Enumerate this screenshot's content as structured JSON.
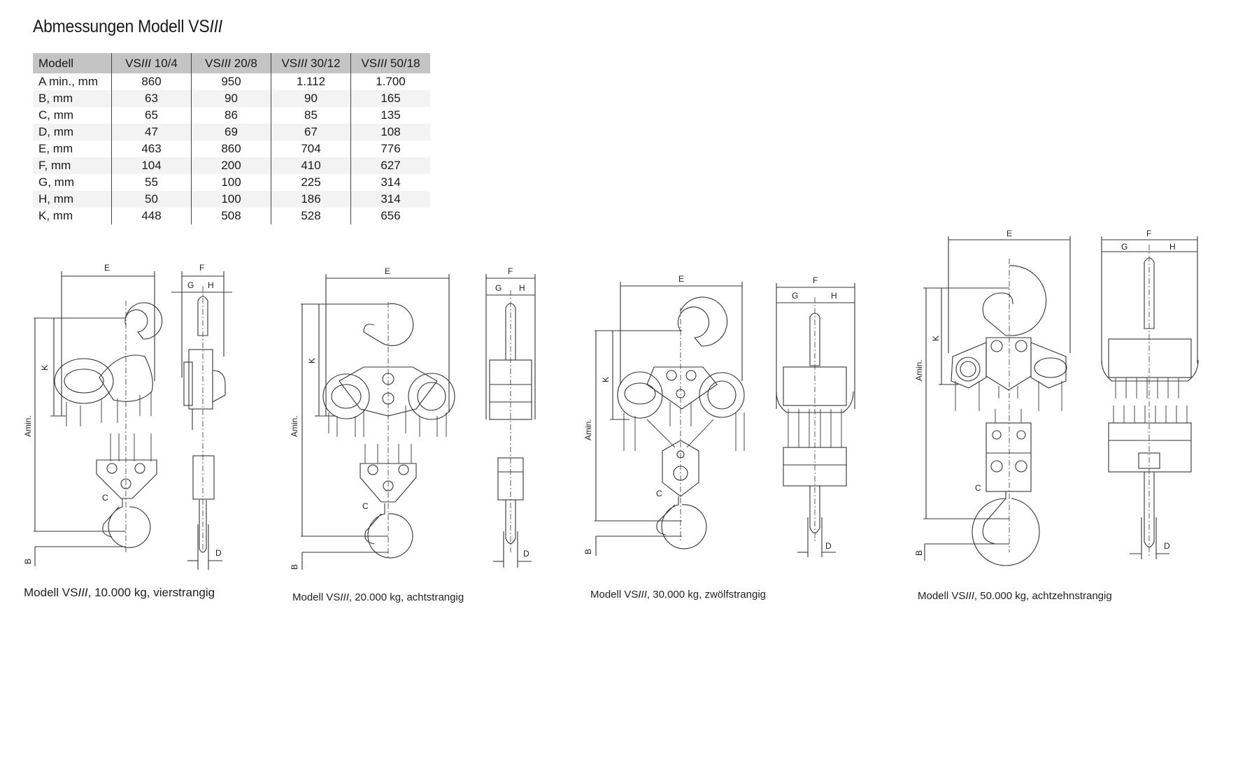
{
  "page": {
    "title_prefix": "Abmessungen Modell VS",
    "title_italic": "III"
  },
  "table": {
    "header": {
      "first": "Modell",
      "models": [
        {
          "prefix": "VS",
          "italic": "III",
          "suffix": " 10/4"
        },
        {
          "prefix": "VS",
          "italic": "III",
          "suffix": " 20/8"
        },
        {
          "prefix": "VS",
          "italic": "III",
          "suffix": " 30/12"
        },
        {
          "prefix": "VS",
          "italic": "III",
          "suffix": " 50/18"
        }
      ]
    },
    "rows": [
      {
        "label": "A min., mm",
        "values": [
          "860",
          "950",
          "1.112",
          "1.700"
        ]
      },
      {
        "label": "B, mm",
        "values": [
          "63",
          "90",
          "90",
          "165"
        ]
      },
      {
        "label": "C, mm",
        "values": [
          "65",
          "86",
          "85",
          "135"
        ]
      },
      {
        "label": "D, mm",
        "values": [
          "47",
          "69",
          "67",
          "108"
        ]
      },
      {
        "label": "E, mm",
        "values": [
          "463",
          "860",
          "704",
          "776"
        ]
      },
      {
        "label": "F, mm",
        "values": [
          "104",
          "200",
          "410",
          "627"
        ]
      },
      {
        "label": "G, mm",
        "values": [
          "55",
          "100",
          "225",
          "314"
        ]
      },
      {
        "label": "H, mm",
        "values": [
          "50",
          "100",
          "186",
          "314"
        ]
      },
      {
        "label": "K, mm",
        "values": [
          "448",
          "508",
          "528",
          "656"
        ]
      }
    ]
  },
  "dimension_labels": {
    "A": "Amin.",
    "B": "B",
    "C": "C",
    "D": "D",
    "E": "E",
    "F": "F",
    "G": "G",
    "H": "H",
    "K": "K"
  },
  "drawings": [
    {
      "caption_prefix": "Modell VS",
      "caption_italic": "III",
      "caption_suffix": ", 10.000 kg, vierstrangig"
    },
    {
      "caption_prefix": "Modell VS",
      "caption_italic": "III",
      "caption_suffix": ", 20.000 kg, achtstrangig"
    },
    {
      "caption_prefix": "Modell VS",
      "caption_italic": "III",
      "caption_suffix": ", 30.000 kg, zwölfstrangig"
    },
    {
      "caption_prefix": "Modell VS",
      "caption_italic": "III",
      "caption_suffix": ", 50.000 kg, achtzehnstrangig"
    }
  ]
}
